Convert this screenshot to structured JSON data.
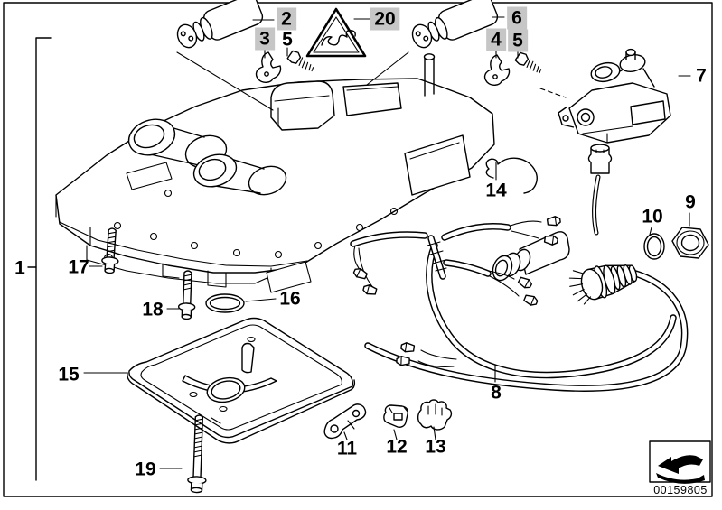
{
  "frame": {
    "doc_number": "00159805"
  },
  "labels": {
    "p1": "1",
    "p2": "2",
    "p3": "3",
    "p4": "4",
    "p5a": "5",
    "p5b": "5",
    "p6": "6",
    "p7": "7",
    "p8": "8",
    "p9": "9",
    "p10": "10",
    "p11": "11",
    "p12": "12",
    "p13": "13",
    "p14": "14",
    "p15": "15",
    "p16": "16",
    "p17": "17",
    "p18": "18",
    "p19": "19",
    "p20": "20"
  },
  "colors": {
    "highlight": "#c6c6c6",
    "line": "#000000",
    "background": "#ffffff"
  }
}
